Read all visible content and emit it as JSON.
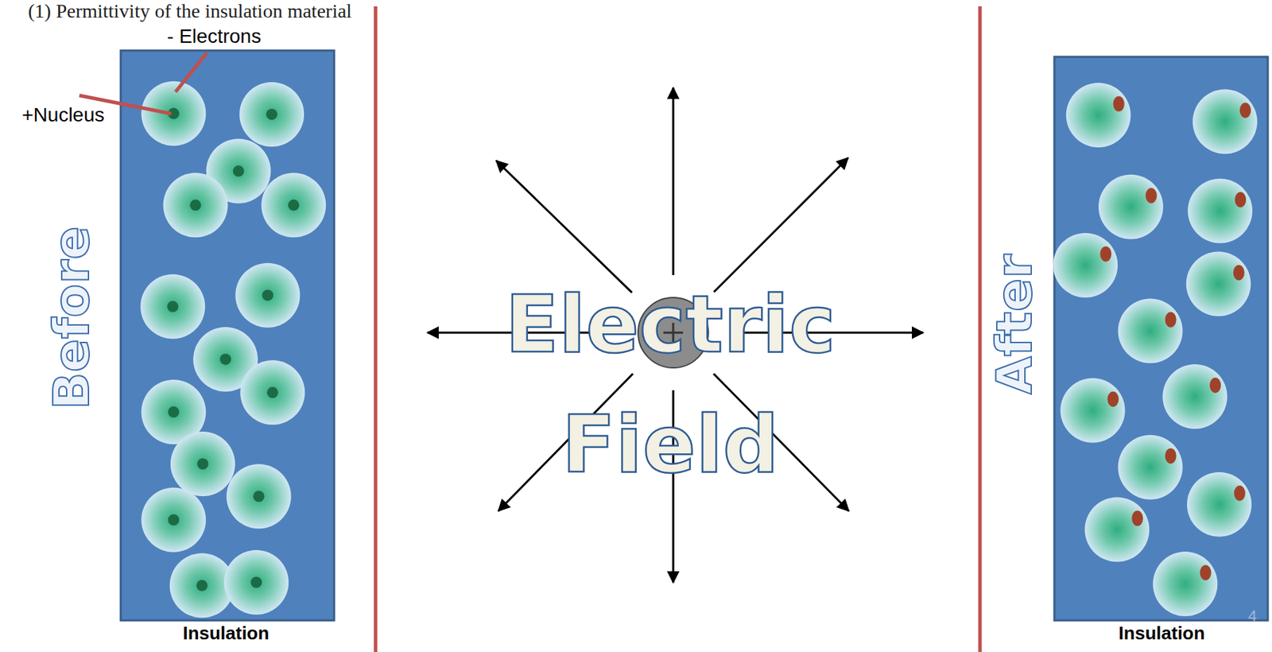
{
  "diagram": {
    "title": "(1) Permittivity of the insulation material",
    "labels": [
      "- Electrons",
      "+Nucleus",
      "Before",
      "Electric Field",
      "After",
      "Insulation",
      "Insulation",
      "4"
    ]
  }
}
